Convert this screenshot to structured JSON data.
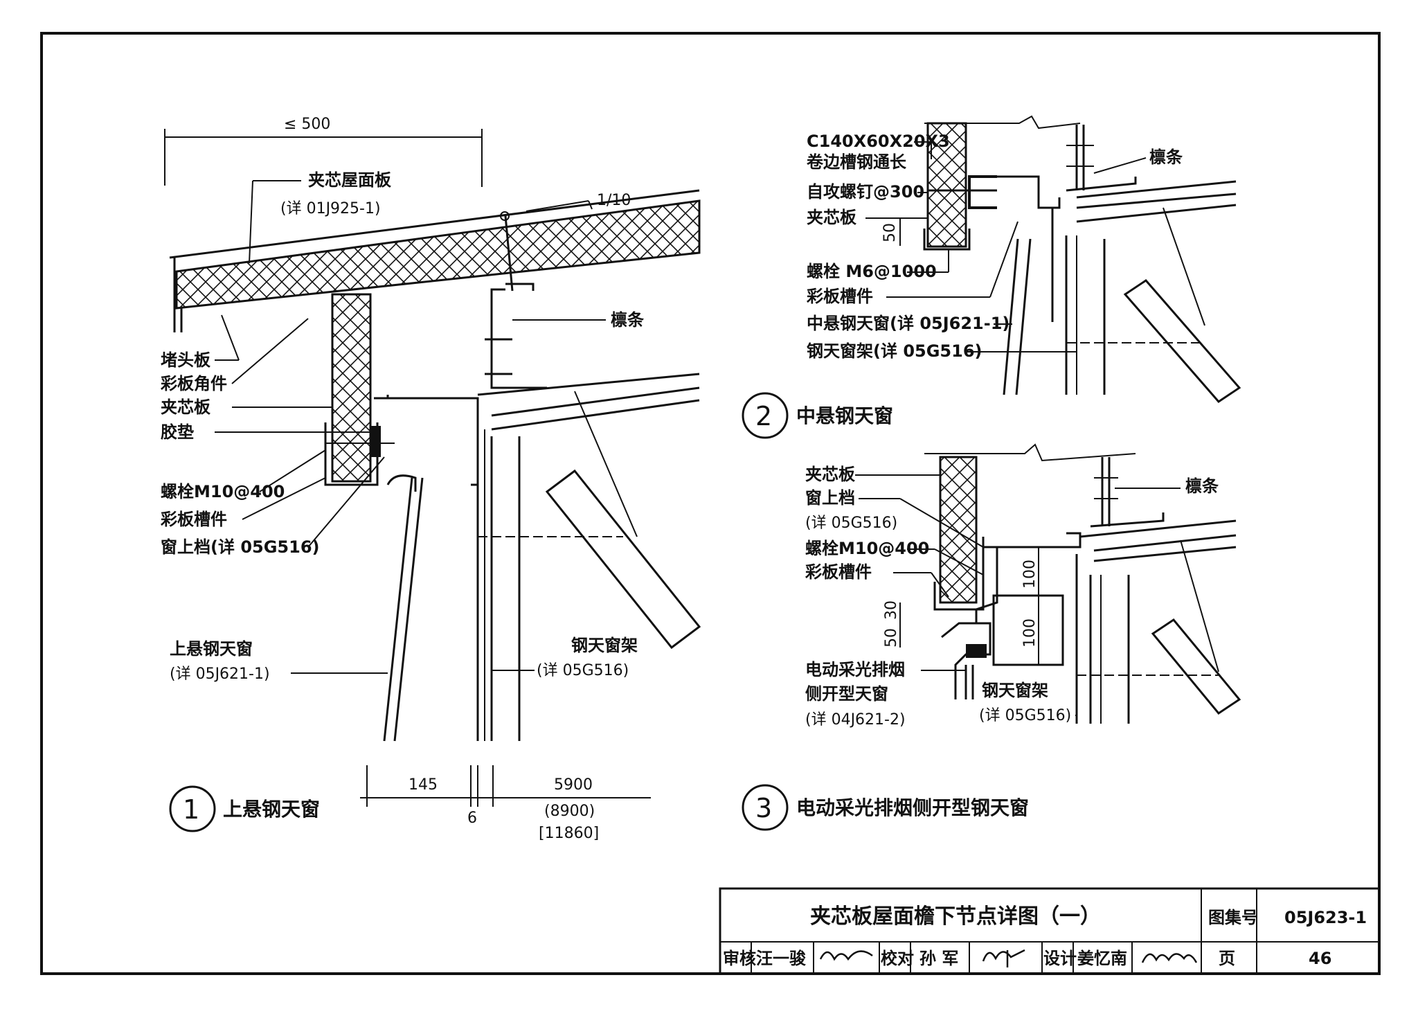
{
  "detail1": {
    "number": "1",
    "title": "上悬钢天窗",
    "dim_top": "≤ 500",
    "slope": "1/10",
    "panel_label_line1": "夹芯屋面板",
    "panel_label_line2": "(详 01J925-1)",
    "purlin": "檩条",
    "labels": [
      "堵头板",
      "彩板角件",
      "夹芯板",
      "胶垫",
      "螺栓M10@400",
      "彩板槽件",
      "窗上档(详 05G516)"
    ],
    "window_line1": "上悬钢天窗",
    "window_line2": "(详 05J621-1)",
    "frame_line1": "钢天窗架",
    "frame_line2": "(详 05G516)",
    "dim_145": "145",
    "dim_6": "6",
    "dim_5900": "5900",
    "dim_8900": "(8900)",
    "dim_11860": "[11860]"
  },
  "detail2": {
    "number": "2",
    "title": "中悬钢天窗",
    "labels": [
      "C140X60X20X3",
      "卷边槽钢通长",
      "自攻螺钉@300",
      "夹芯板",
      "螺栓 M6@1000",
      "彩板槽件",
      "中悬钢天窗(详 05J621-1)",
      "钢天窗架(详 05G516)"
    ],
    "purlin": "檩条",
    "dim_50": "50"
  },
  "detail3": {
    "number": "3",
    "title": "电动采光排烟侧开型钢天窗",
    "labels": [
      "夹芯板",
      "窗上档",
      "(详 05G516)",
      "螺栓M10@400",
      "彩板槽件"
    ],
    "purlin": "檩条",
    "window_line1": "电动采光排烟",
    "window_line2": "侧开型天窗",
    "window_line3": "(详 04J621-2)",
    "frame_line1": "钢天窗架",
    "frame_line2": "(详 05G516)",
    "dim_50": "50",
    "dim_30": "30",
    "dim_100a": "100",
    "dim_100b": "100"
  },
  "title_block": {
    "drawing_title": "夹芯板屋面檐下节点详图（一）",
    "atlas_label": "图集号",
    "atlas_no": "05J623-1",
    "review_label": "审核",
    "reviewer": "汪一骏",
    "check_label": "校对",
    "checker": "孙 军",
    "design_label": "设计",
    "designer": "姜忆南",
    "page_label": "页",
    "page_no": "46"
  }
}
